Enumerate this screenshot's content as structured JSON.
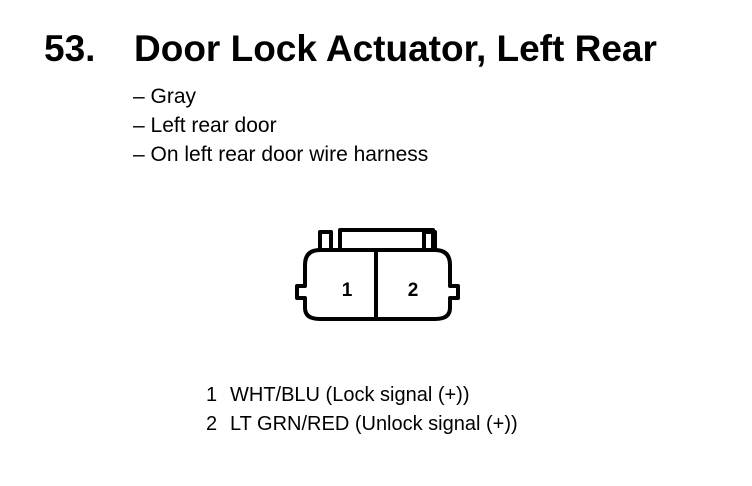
{
  "title": {
    "number": "53.",
    "text": "Door Lock Actuator, Left Rear"
  },
  "details": [
    "– Gray",
    "– Left rear door",
    "– On left rear door wire harness"
  ],
  "connector": {
    "cavities": [
      "1",
      "2"
    ]
  },
  "pins": [
    {
      "number": "1",
      "description": "WHT/BLU (Lock signal (+))"
    },
    {
      "number": "2",
      "description": "LT GRN/RED (Unlock signal (+))"
    }
  ]
}
